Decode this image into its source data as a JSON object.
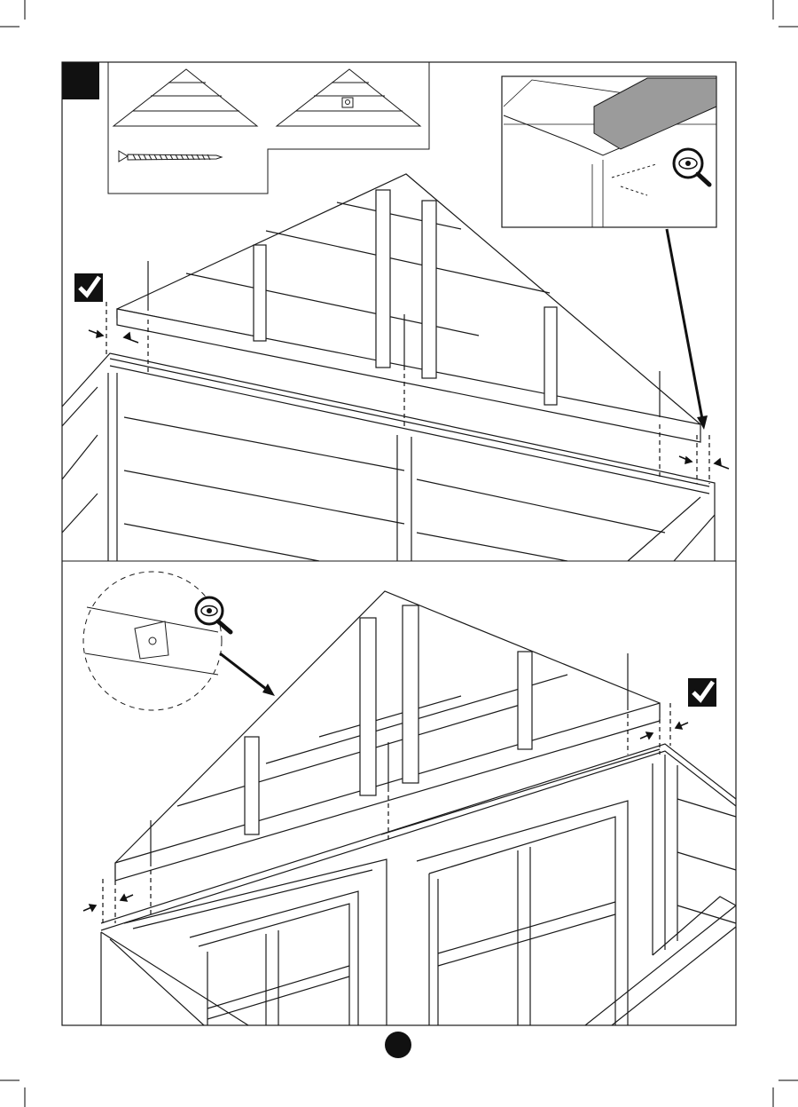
{
  "page": {
    "background": "#ffffff",
    "line_color": "#1a1a1a",
    "highlight_fill": "#9b9b9b",
    "check_fill": "#111111"
  },
  "parts_legend": {
    "items": [
      {
        "icon": "gable-triangle-icon"
      },
      {
        "icon": "gable-triangle-with-hanger-icon"
      },
      {
        "icon": "screw-icon"
      }
    ]
  },
  "steps": [
    {
      "label": "step-1",
      "check": "checkmark-icon",
      "detail": "magnifier-eye-icon"
    },
    {
      "label": "step-2",
      "check": "checkmark-icon",
      "detail": "magnifier-eye-icon"
    }
  ],
  "footer": {
    "page_marker": "page-number-dot"
  }
}
